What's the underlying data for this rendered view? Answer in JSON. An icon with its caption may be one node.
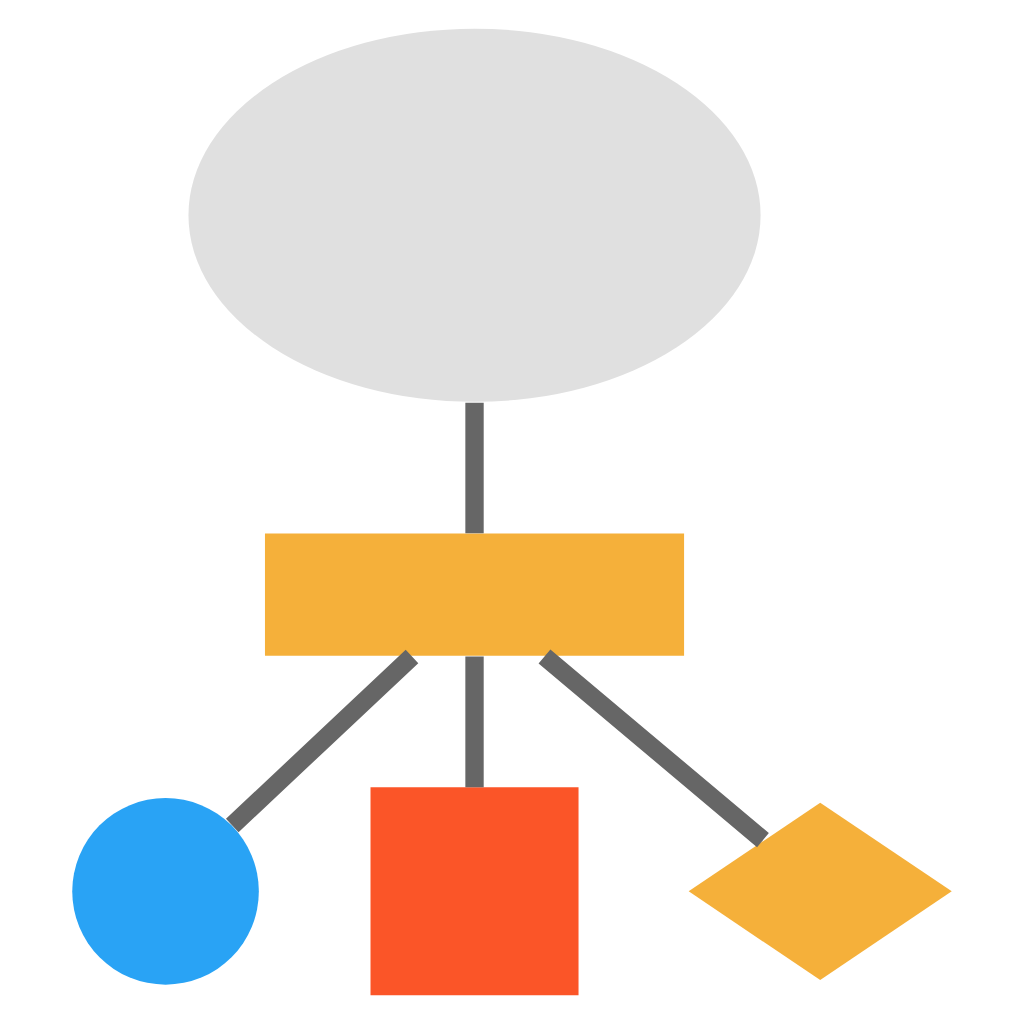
{
  "diagram": {
    "nodes": [
      {
        "text": [],
        "shape": "brain"
      },
      {
        "text": [],
        "shape": "bar"
      },
      {
        "text": [],
        "shape": "circle"
      },
      {
        "text": [],
        "shape": "box"
      },
      {
        "text": [],
        "shape": "diamond"
      }
    ],
    "edges": [
      {
        "from": 0,
        "to": 1,
        "arrow": "none"
      },
      {
        "from": 1,
        "to": 2,
        "arrow": "none"
      },
      {
        "from": 1,
        "to": 3,
        "arrow": "none"
      },
      {
        "from": 1,
        "to": 4,
        "arrow": "none"
      }
    ]
  }
}
